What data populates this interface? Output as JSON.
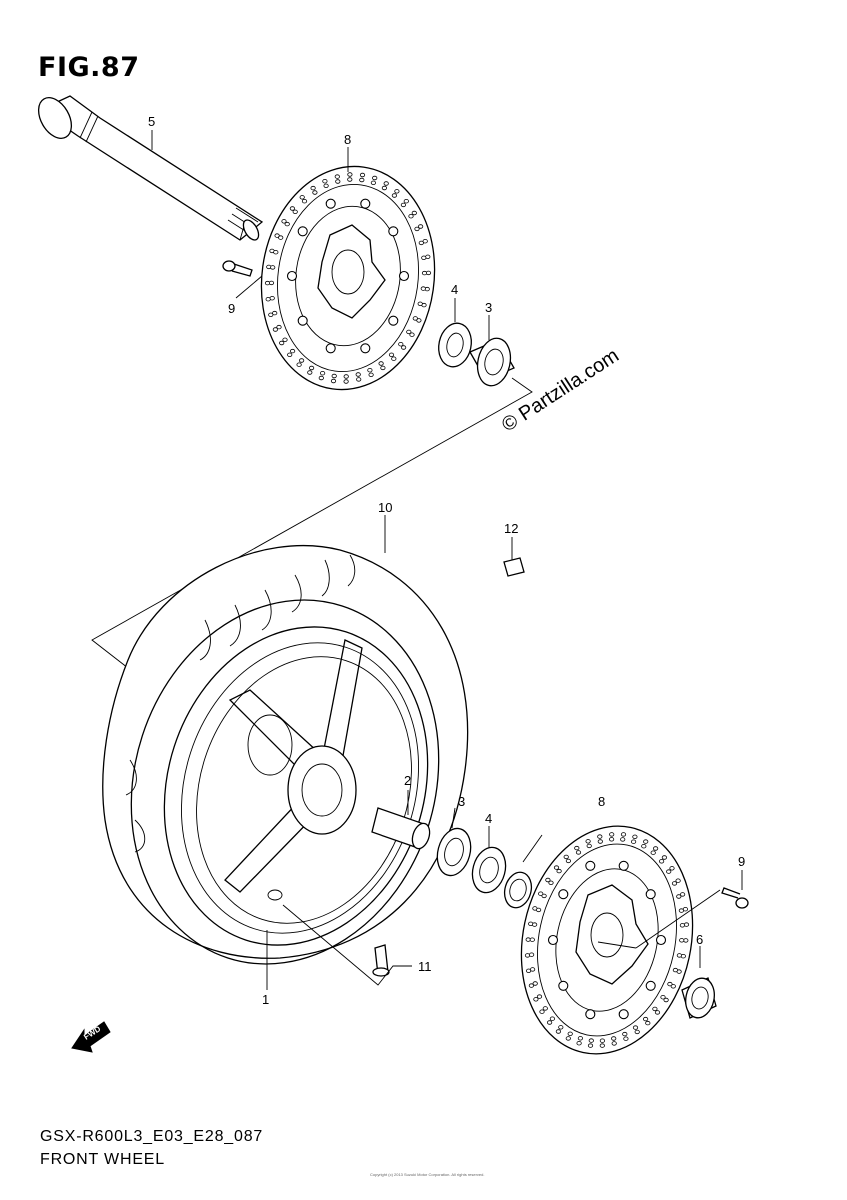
{
  "figure": {
    "title": "FIG.87",
    "code": "GSX-R600L3_E03_E28_087",
    "name": "FRONT WHEEL",
    "watermark": "© Partzilla.com",
    "small_print": "Copyright (c) 2013 Suzuki Motor Corporation. All rights reserved."
  },
  "callouts": [
    {
      "id": "5",
      "label": "5",
      "part": "axle"
    },
    {
      "id": "8a",
      "label": "8",
      "part": "brake-disc-upper"
    },
    {
      "id": "9a",
      "label": "9",
      "part": "disc-bolt-upper"
    },
    {
      "id": "4a",
      "label": "4",
      "part": "oil-seal-upper"
    },
    {
      "id": "3a",
      "label": "3",
      "part": "bearing-upper"
    },
    {
      "id": "10",
      "label": "10",
      "part": "tire"
    },
    {
      "id": "12",
      "label": "12",
      "part": "balancer-weight"
    },
    {
      "id": "2",
      "label": "2",
      "part": "spacer"
    },
    {
      "id": "3b",
      "label": "3",
      "part": "bearing-lower"
    },
    {
      "id": "4b",
      "label": "4",
      "part": "oil-seal-lower"
    },
    {
      "id": "8b",
      "label": "8",
      "part": "brake-disc-lower"
    },
    {
      "id": "9b",
      "label": "9",
      "part": "disc-bolt-lower"
    },
    {
      "id": "6",
      "label": "6",
      "part": "collar"
    },
    {
      "id": "11",
      "label": "11",
      "part": "valve"
    },
    {
      "id": "1",
      "label": "1",
      "part": "wheel"
    }
  ],
  "fwd_marker": {
    "label": "FWD",
    "icon": "fwd-arrow-icon"
  }
}
